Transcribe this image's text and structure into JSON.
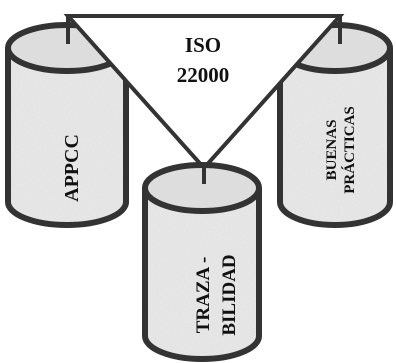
{
  "diagram": {
    "center_label_line1": "ISO",
    "center_label_line2": "22000",
    "pillars": {
      "left": {
        "label": "APPCC"
      },
      "right": {
        "label_line1": "BUENAS",
        "label_line2": "PRÁCTICAS"
      },
      "bottom": {
        "label_line1": "TRAZA -",
        "label_line2": "BILIDAD"
      }
    }
  }
}
